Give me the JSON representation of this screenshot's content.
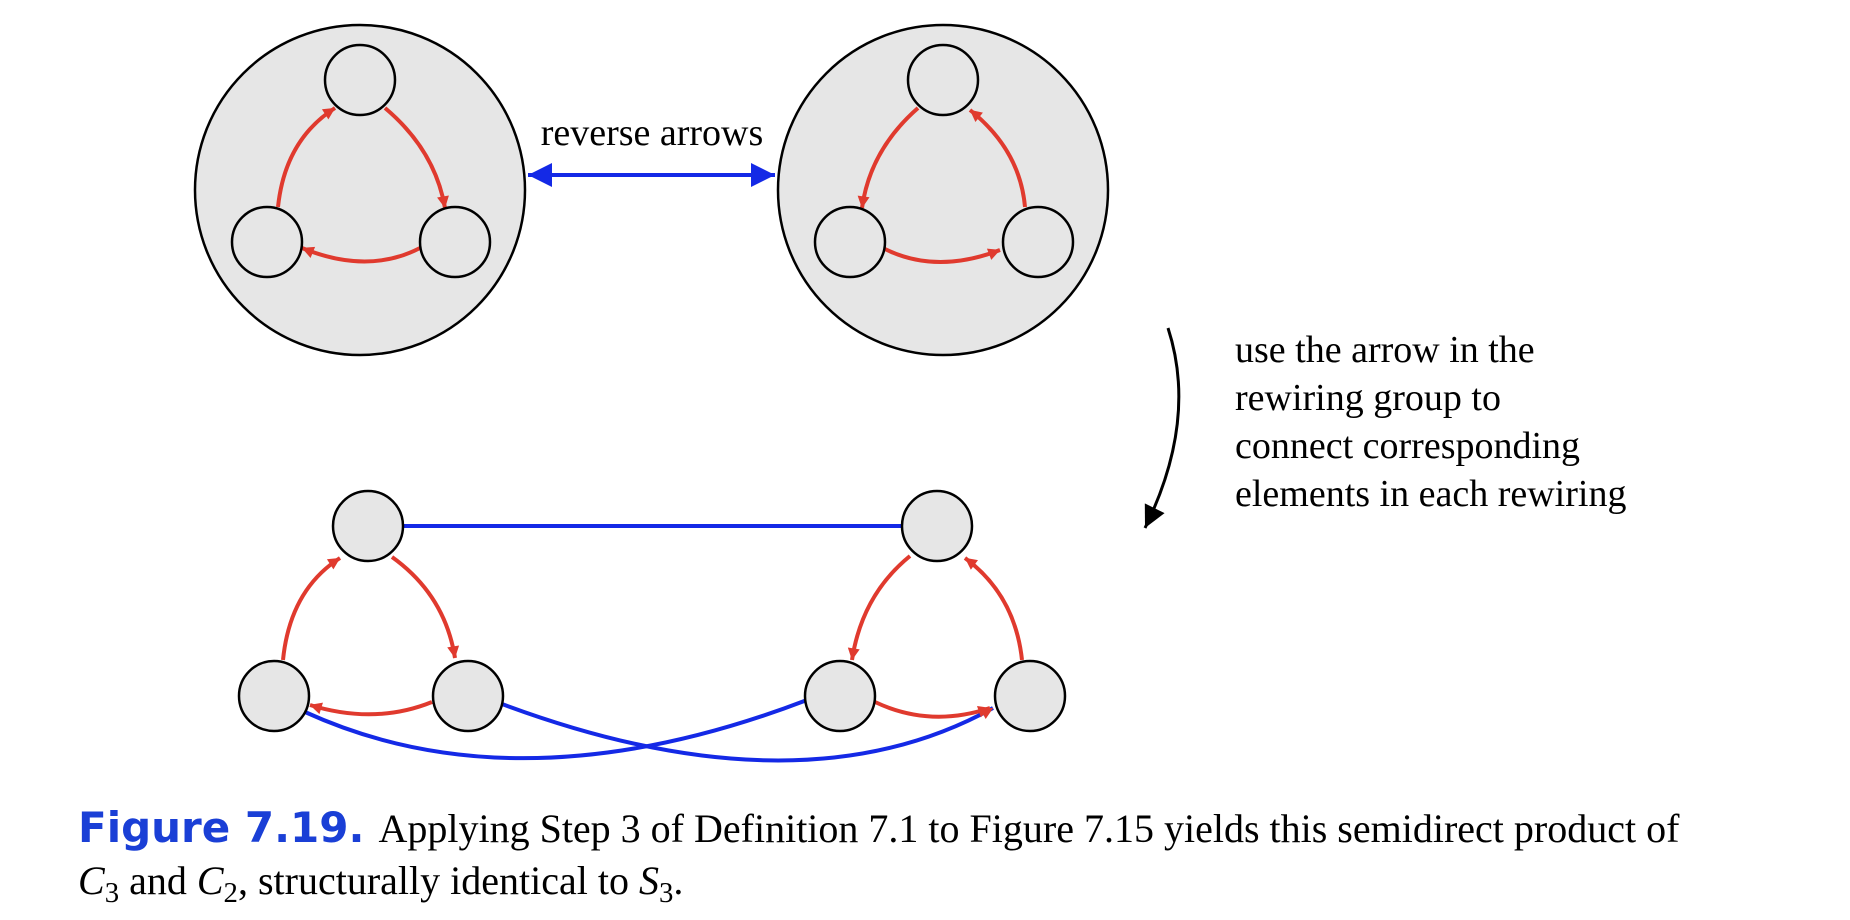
{
  "labels": {
    "reverse": "reverse arrows",
    "note": [
      "use the arrow in the",
      "rewiring group to",
      "connect corresponding",
      "elements in each rewiring"
    ]
  },
  "caption": {
    "figure": "Figure 7.19.",
    "text1": "Applying Step 3 of Definition 7.1 to Figure 7.15 yields this semidirect product of",
    "c3": "C",
    "c3sub": "3",
    "and": " and ",
    "c2": "C",
    "c2sub": "2",
    "text2": ", structurally identical to ",
    "s3": "S",
    "s3sub": "3",
    "end": "."
  },
  "colors": {
    "red_edge": "#e03a2e",
    "blue_edge": "#1429e6",
    "node_fill": "#e6e6e6",
    "caption_label": "#1a3fd6"
  }
}
